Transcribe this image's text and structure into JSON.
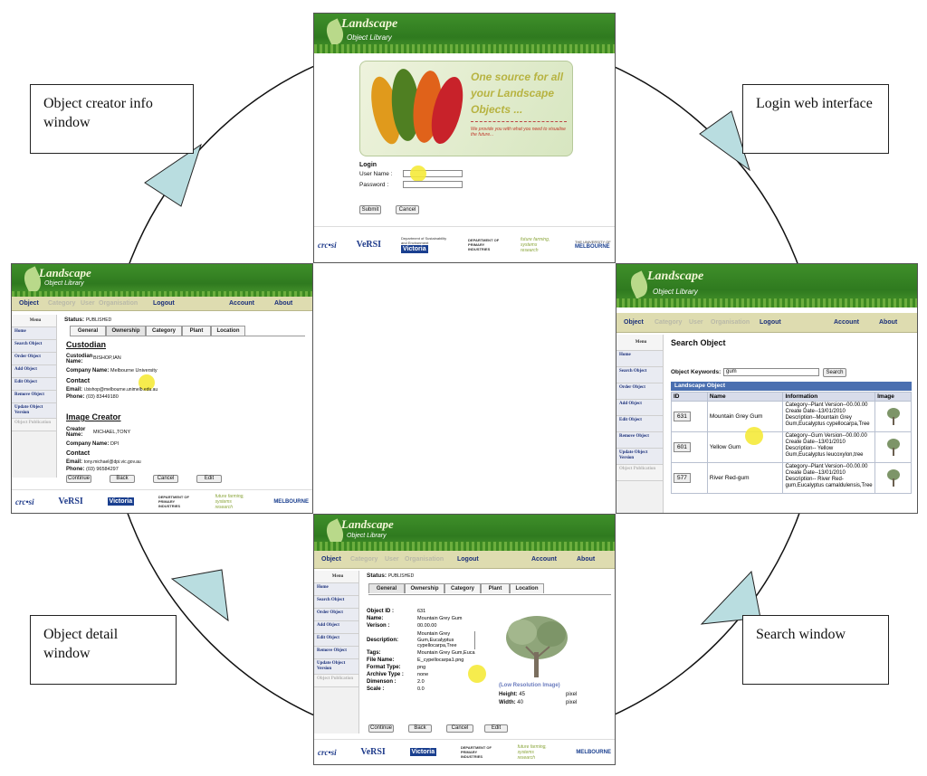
{
  "labels": {
    "creator": "Object creator info window",
    "login": "Login web interface",
    "detail": "Object detail window",
    "search": "Search window"
  },
  "brand": {
    "name": "Landscape",
    "subtitle": "Object Library"
  },
  "logos": {
    "crc": "crc•si",
    "versi": "VeRSI",
    "vic_dept": "Department of Sustainability and Environment",
    "victoria": "Victoria",
    "dpi": "DEPARTMENT OF PRIMARY INDUSTRIES",
    "future": "future farming, systems research",
    "melb_top": "THE UNIVERSITY OF",
    "melb": "MELBOURNE"
  },
  "nav": {
    "object": "Object",
    "category": "Category",
    "user": "User",
    "organisation": "Organisation",
    "logout": "Logout",
    "account": "Account",
    "about": "About"
  },
  "menu": {
    "head": "Menu",
    "items": [
      "Home",
      "Search Object",
      "Order Object",
      "Add Object",
      "Edit Object",
      "Remove Object",
      "Update Object Version",
      "Object Publication"
    ]
  },
  "tabs": [
    "General",
    "Ownership",
    "Category",
    "Plant",
    "Location"
  ],
  "login": {
    "hero_line1": "One source for all",
    "hero_line2": "your Landscape",
    "hero_line3": "Objects ...",
    "hero_small": "We provide you with what you need to visualise the future...",
    "title": "Login",
    "user_label": "User Name :",
    "pass_label": "Password :",
    "submit": "Submit",
    "cancel": "Cancel"
  },
  "creator": {
    "status_label": "Status:",
    "status_value": "PUBLISHED",
    "custodian_title": "Custodian",
    "custodian_name_label": "Custodian Name:",
    "custodian_name": "BISHOP,IAN",
    "company_label": "Company Name:",
    "company": "Melbourne University",
    "contact": "Contact",
    "email_label": "Email:",
    "email": "i.bishop@melbourne.unimelb.edu.au",
    "phone_label": "Phone:",
    "phone": "(03) 83449180",
    "image_creator_title": "Image Creator",
    "creator_name_label": "Creator Name:",
    "creator_name": "MICHAEL,TONY",
    "creator_company": "DPI",
    "creator_email": "tony.michael@dpi.vic.gov.au",
    "creator_phone": "(03) 96584297",
    "buttons": [
      "Continue",
      "Back",
      "Cancel",
      "Edit"
    ]
  },
  "search": {
    "title": "Search Object",
    "keyword_label": "Object Keywords:",
    "keyword_value": "gum",
    "search_btn": "Search",
    "table_title": "Landscape Object",
    "columns": [
      "ID",
      "Name",
      "Information",
      "Image"
    ],
    "rows": [
      {
        "id": "631",
        "name": "Mountain Grey Gum",
        "info": "Category--Plant Version--00.00.00 Create Date--13/01/2010 Description--Mountain Grey Gum,Eucalyptus cypellocarpa,Tree"
      },
      {
        "id": "601",
        "name": "Yellow Gum",
        "info": "Category--Gum Version--00.00.00 Create Date--13/01/2010 Description-- Yellow Gum,Eucalyptus leucoxylon,tree"
      },
      {
        "id": "577",
        "name": "River Red-gum",
        "info": "Category--Plant Version--00.00.00 Create Date--13/01/2010 Description-- River Red-gum,Eucalyptus camaldulensis,Tree"
      }
    ]
  },
  "detail": {
    "status_label": "Status:",
    "status_value": "PUBLISHED",
    "fields": [
      {
        "label": "Object ID :",
        "value": "631"
      },
      {
        "label": "Name:",
        "value": "Mountain Grey Gum"
      },
      {
        "label": "Verison :",
        "value": "00.00.00"
      },
      {
        "label": "Description:",
        "value": "Mountain Grey Gum,Eucalyptus cypellocarpa,Tree"
      },
      {
        "label": "Tags:",
        "value": "Mountain Grey Gum,Euca"
      },
      {
        "label": "File Name:",
        "value": "E_cypellocarpa1.png"
      },
      {
        "label": "Format Type:",
        "value": "png"
      },
      {
        "label": "Archive Type :",
        "value": "none"
      },
      {
        "label": "Dimenson :",
        "value": "2.0"
      },
      {
        "label": "Scale :",
        "value": "0.0"
      }
    ],
    "image_caption": "(Low Resolution Image)",
    "height_label": "Height:",
    "height_value": "45",
    "width_label": "Width:",
    "width_value": "40",
    "unit": "pixel",
    "buttons": [
      "Continue",
      "Back",
      "Cancel",
      "Edit"
    ]
  }
}
